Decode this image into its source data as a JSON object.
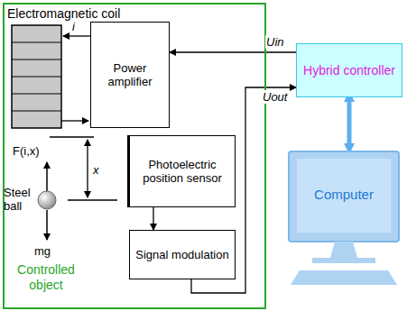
{
  "diagram": {
    "nodes": [
      {
        "text": [
          "Controlled object"
        ]
      },
      {
        "text": [
          "Power amplifier"
        ],
        "in": 0
      },
      {
        "text": [
          "Photoelectric position sensor"
        ],
        "in": 0
      },
      {
        "text": [
          "Signal modulation"
        ],
        "in": 0
      },
      {
        "text": [
          "Hybrid controller"
        ]
      },
      {
        "text": [
          "Computer"
        ]
      }
    ],
    "edges": [
      {
        "from": 4,
        "to": 1,
        "arrow": "to",
        "label": "Uin"
      },
      {
        "from": 2,
        "to": 3,
        "arrow": "to"
      },
      {
        "from": 3,
        "to": 4,
        "arrow": "to",
        "label": "Uout"
      },
      {
        "from": 4,
        "to": 5,
        "arrow": "both"
      }
    ],
    "labels": [
      "Electromagnetic coil",
      "i",
      "F(i,x)",
      "x",
      "Steel ball",
      "mg"
    ]
  }
}
